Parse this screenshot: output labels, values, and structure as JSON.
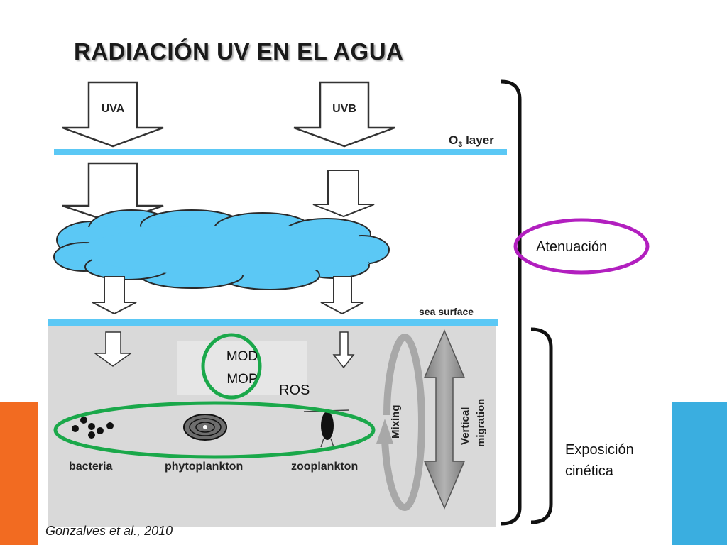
{
  "slide": {
    "title": "RADIACIÓN UV EN EL AGUA",
    "citation": "Gonzalves et al., 2010"
  },
  "diagram": {
    "arrows": {
      "uva": "UVA",
      "uvb": "UVB"
    },
    "layers": {
      "ozone": "O",
      "ozone_sub": "3",
      "ozone_suffix": " layer",
      "sea_surface": "sea surface"
    },
    "organisms": {
      "bacteria": "bacteria",
      "phytoplankton": "phytoplankton",
      "zooplankton": "zooplankton"
    },
    "processes": {
      "mixing": "Mixing",
      "vertical_1": "Vertical",
      "vertical_2": "migration"
    },
    "dissolved": {
      "mod": "MOD",
      "mop": "MOP",
      "ros": "ROS"
    },
    "brackets": {
      "attenuation": "Atenuación",
      "exposure_1": "Exposición",
      "exposure_2": "cinética"
    }
  },
  "colors": {
    "water": "#d9d9d9",
    "sea_line": "#5bc8f5",
    "ozone_line": "#5bc8f5",
    "cloud": "#5bc8f5",
    "green_oval": "#1aa84a",
    "magenta_oval": "#b21fbf",
    "accent_orange": "#f26b21",
    "accent_blue": "#3aaee0"
  }
}
